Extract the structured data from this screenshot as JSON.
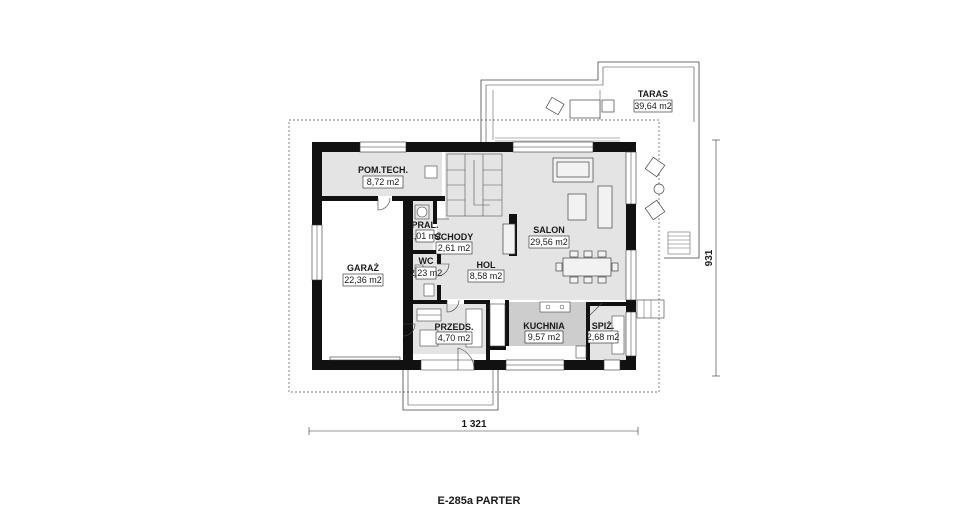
{
  "plan": {
    "caption": "E-285a PARTER",
    "width_dim": "1 321",
    "depth_dim": "931"
  },
  "rooms": {
    "taras": {
      "name": "TARAS",
      "area": "39,64 m2"
    },
    "pomtech": {
      "name": "POM.TECH.",
      "area": "8,72 m2"
    },
    "pral": {
      "name": "PRAL.",
      "area": "2,01 m2"
    },
    "schody": {
      "name": "SCHODY",
      "area": "2,61 m2"
    },
    "salon": {
      "name": "SALON",
      "area": "29,56 m2"
    },
    "garaz": {
      "name": "GARAŻ",
      "area": "22,36 m2"
    },
    "wc": {
      "name": "WC",
      "area": "2,23 m2"
    },
    "hol": {
      "name": "HOL",
      "area": "8,58 m2"
    },
    "przeds": {
      "name": "PRZEDS.",
      "area": "4,70 m2"
    },
    "kuchnia": {
      "name": "KUCHNIA",
      "area": "9,57 m2"
    },
    "spiz": {
      "name": "SPIŻ.",
      "area": "2,68 m2"
    }
  },
  "colors": {
    "wall": "#111111",
    "floor_grey": "#e4e4e4",
    "kitchen_grey": "#cdcdcd"
  }
}
